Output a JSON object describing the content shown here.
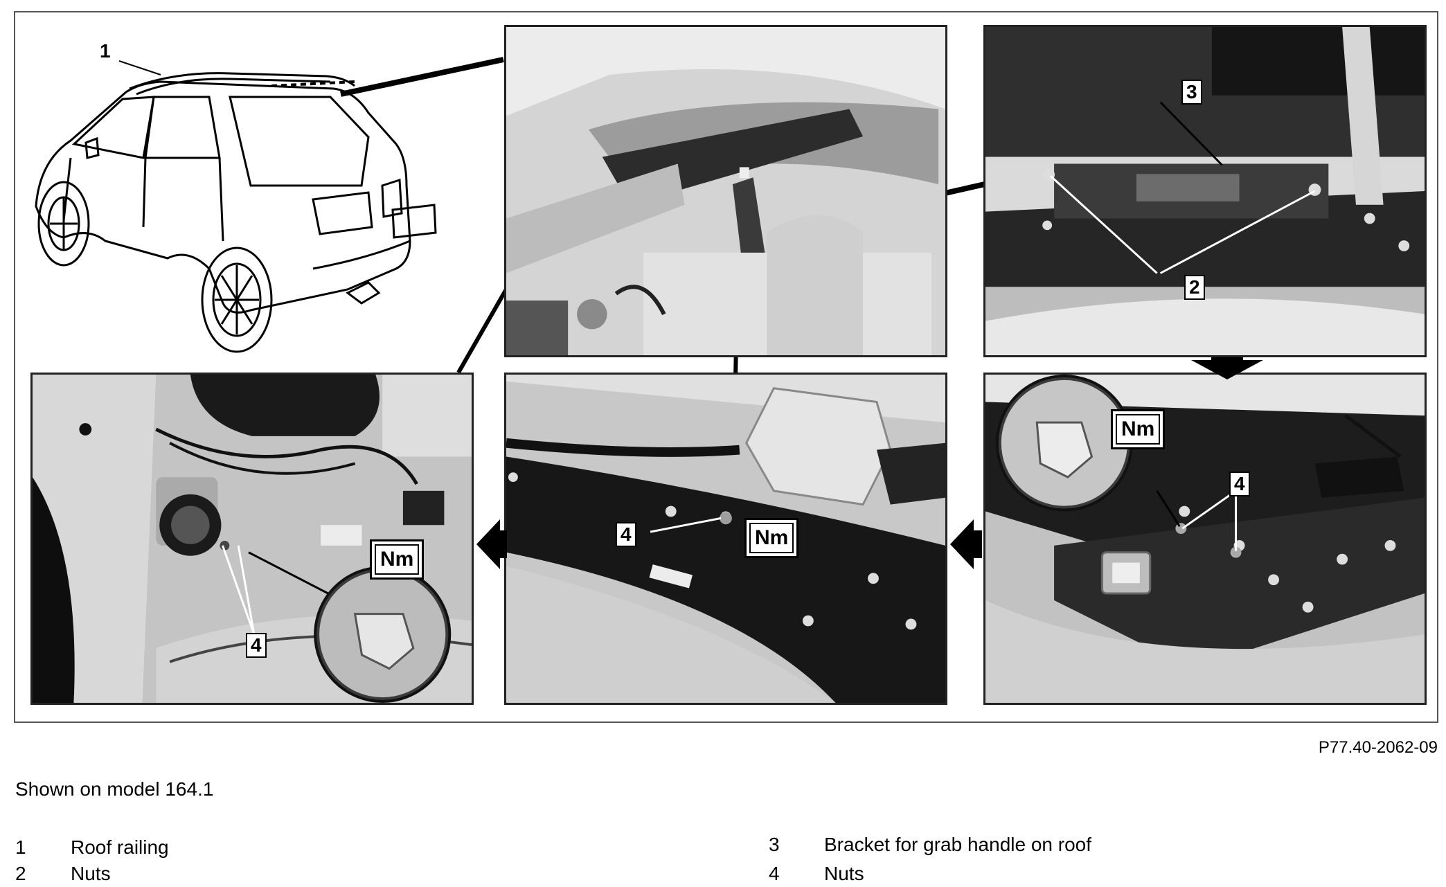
{
  "figure": {
    "code": "P77.40-2062-09",
    "caption": "Shown on model 164.1",
    "callouts": {
      "roof_railing": "1",
      "nuts_top": "2",
      "bracket": "3",
      "nuts_bottom_left": "4",
      "nuts_bottom_mid": "4",
      "nuts_bottom_right": "4"
    },
    "torque_badge": "Nm"
  },
  "legend": [
    {
      "number": "1",
      "label": "Roof railing"
    },
    {
      "number": "2",
      "label": "Nuts"
    },
    {
      "number": "3",
      "label": "Bracket for grab handle on roof"
    },
    {
      "number": "4",
      "label": "Nuts"
    }
  ]
}
